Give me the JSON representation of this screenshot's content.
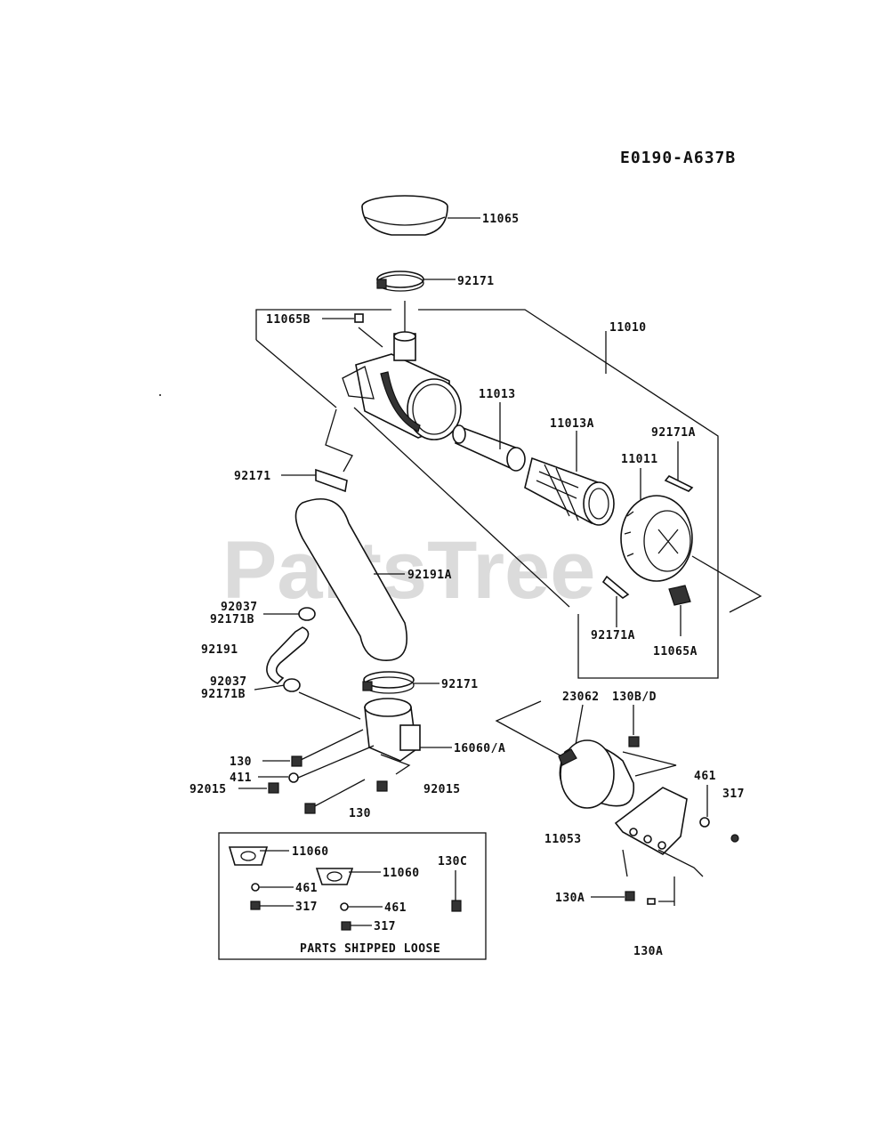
{
  "diagram_code": "E0190-A637B",
  "watermark": "PartsTree",
  "labels": {
    "p11065": "11065",
    "p92171_top": "92171",
    "p11065B": "11065B",
    "p11010": "11010",
    "p11013": "11013",
    "p11013A": "11013A",
    "p92171A_top": "92171A",
    "p11011": "11011",
    "p92171_left": "92171",
    "p92191A": "92191A",
    "p92037_a": "92037",
    "p92171B_a": "92171B",
    "p92191": "92191",
    "p92037_b": "92037",
    "p92171B_b": "92171B",
    "p92171_mid": "92171",
    "p92171A_bot": "92171A",
    "p11065A": "11065A",
    "p23062": "23062",
    "p130BD": "130B/D",
    "p16060A": "16060/A",
    "p130_a": "130",
    "p411": "411",
    "p92015_a": "92015",
    "p92015_b": "92015",
    "p130_b": "130",
    "p461_r": "461",
    "p317_r": "317",
    "p11053": "11053",
    "p130A_a": "130A",
    "p130A_b": "130A",
    "p11060_a": "11060",
    "p11060_b": "11060",
    "p130C": "130C",
    "p461_a": "461",
    "p317_a": "317",
    "p461_b": "461",
    "p317_b": "317",
    "loose": "PARTS SHIPPED LOOSE"
  }
}
